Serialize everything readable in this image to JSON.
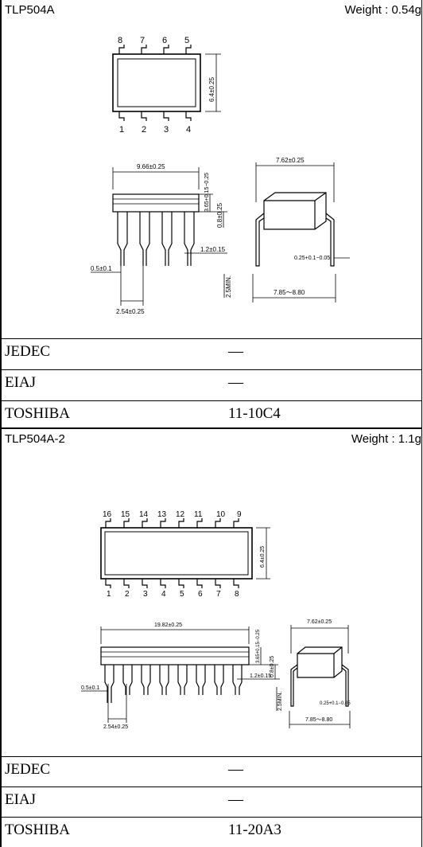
{
  "packages": [
    {
      "model": "TLP504A",
      "weight": "Weight : 0.54g",
      "pins_top": [
        "8",
        "7",
        "6",
        "5"
      ],
      "pins_bottom": [
        "1",
        "2",
        "3",
        "4"
      ],
      "dims": {
        "width": "6.4±0.25",
        "length": "9.66±0.25",
        "row_spacing": "7.62±0.25",
        "height": "3.65+0.15−0.25",
        "stand_off": "0.8±0.25",
        "lead_width": "1.2±0.15",
        "lead_pin": "0.5±0.1",
        "lead_min": "2.5MIN.",
        "thickness": "0.25+0.1−0.05",
        "pitch": "2.54±0.25",
        "lead_span": "7.85～8.80"
      },
      "table": [
        {
          "key": "JEDEC",
          "value": "—"
        },
        {
          "key": "EIAJ",
          "value": "—"
        },
        {
          "key": "TOSHIBA",
          "value": "11-10C4"
        }
      ]
    },
    {
      "model": "TLP504A-2",
      "weight": "Weight : 1.1g",
      "pins_top": [
        "16",
        "15",
        "14",
        "13",
        "12",
        "11",
        "10",
        "9"
      ],
      "pins_bottom": [
        "1",
        "2",
        "3",
        "4",
        "5",
        "6",
        "7",
        "8"
      ],
      "dims": {
        "width": "6.4±0.25",
        "length": "19.82±0.25",
        "row_spacing": "7.62±0.25",
        "height": "3.65+0.15−0.25",
        "stand_off": "0.8±0.25",
        "lead_width": "1.2±0.15",
        "lead_pin": "0.5±0.1",
        "lead_min": "2.5MIN.",
        "thickness": "0.25+0.1−0.05",
        "pitch": "2.54±0.25",
        "lead_span": "7.85～8.80"
      },
      "table": [
        {
          "key": "JEDEC",
          "value": "—"
        },
        {
          "key": "EIAJ",
          "value": "—"
        },
        {
          "key": "TOSHIBA",
          "value": "11-20A3"
        }
      ]
    }
  ]
}
